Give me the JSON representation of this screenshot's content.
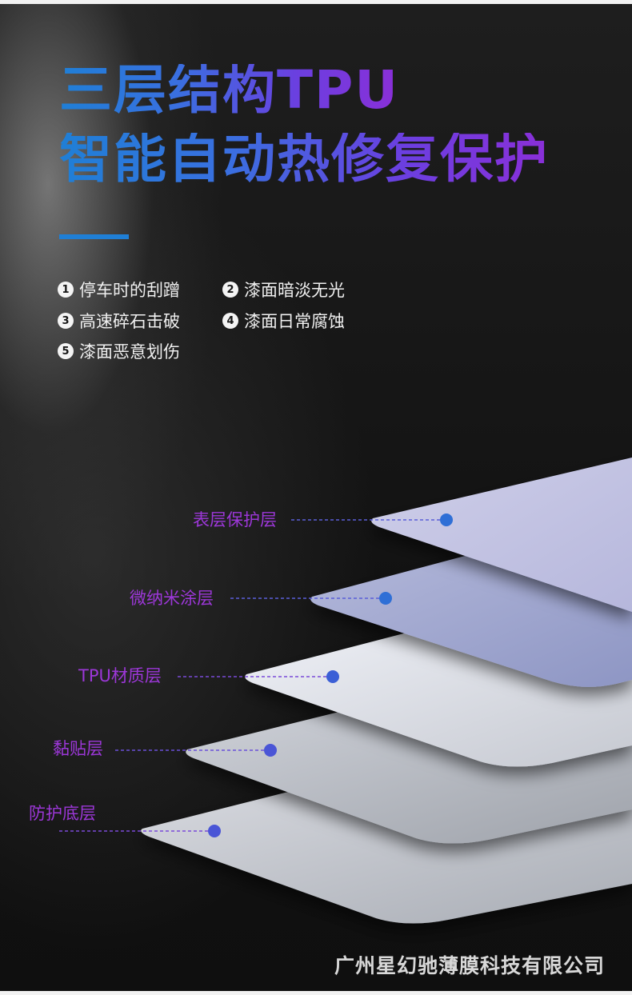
{
  "headline": {
    "line1": "三层结构TPU",
    "line2": "智能自动热修复保护"
  },
  "features": [
    {
      "num": "1",
      "text": "停车时的刮蹭"
    },
    {
      "num": "2",
      "text": "漆面暗淡无光"
    },
    {
      "num": "3",
      "text": "高速碎石击破"
    },
    {
      "num": "4",
      "text": "漆面日常腐蚀"
    },
    {
      "num": "5",
      "text": "漆面恶意划伤"
    }
  ],
  "layers": [
    {
      "label": "表层保护层"
    },
    {
      "label": "微纳米涂层"
    },
    {
      "label": "TPU材质层"
    },
    {
      "label": "黏贴层"
    },
    {
      "label": "防护底层"
    }
  ],
  "colors": {
    "title_gradient_start": "#1f7fd6",
    "title_gradient_end": "#8a2fd8",
    "label": "#9c37d8",
    "marker_dot": "#3b5fd6"
  },
  "footer": {
    "company": "广州星幻驰薄膜科技有限公司"
  }
}
